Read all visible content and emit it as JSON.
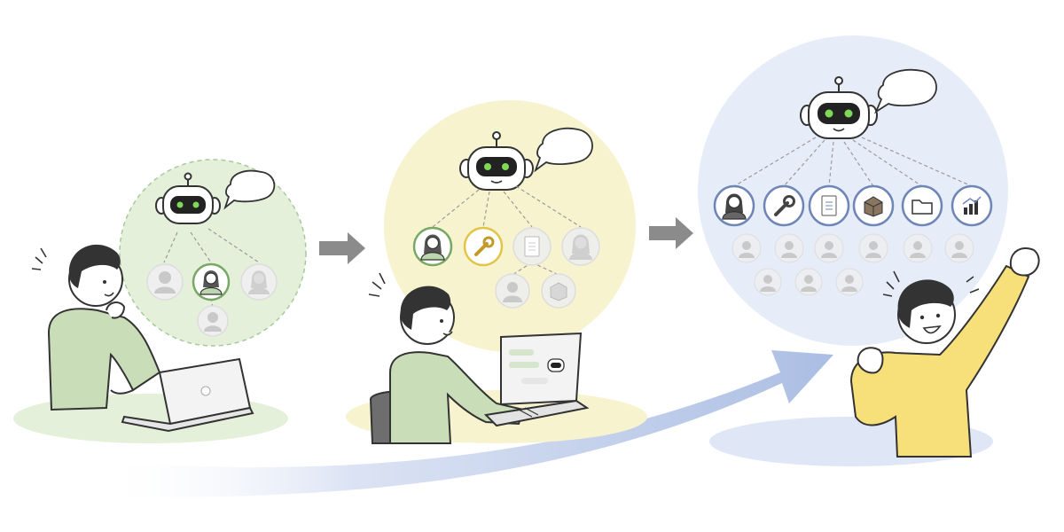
{
  "stages": [
    {
      "id": "stage-1",
      "bubble_color": "#e4f0da",
      "agents": [
        "person",
        "person-highlighted",
        "person-female",
        "person-small"
      ]
    },
    {
      "id": "stage-2",
      "bubble_color": "#f7f3cf",
      "agents": [
        "person-female",
        "wrench",
        "document",
        "person-female",
        "person",
        "box"
      ]
    },
    {
      "id": "stage-3",
      "bubble_color": "#e6edf8",
      "agents": [
        "person-female",
        "wrench",
        "document",
        "box",
        "folder",
        "chart"
      ]
    }
  ],
  "colors": {
    "green_accent": "#79a866",
    "yellow_accent": "#e2c447",
    "blue_accent": "#6f86b8",
    "shirt_green": "#c8ddb8",
    "shirt_yellow": "#f7df7a",
    "arrow_gray": "#8b8b8b",
    "flow_blue": "#b8c7e6",
    "robot_screen": "#222222",
    "robot_eyes": "#7ed957"
  },
  "icons": {
    "step_arrow": "arrow-right-icon",
    "robot": "robot-icon",
    "speech": "speech-bubble-icon",
    "laptop": "laptop-icon"
  }
}
